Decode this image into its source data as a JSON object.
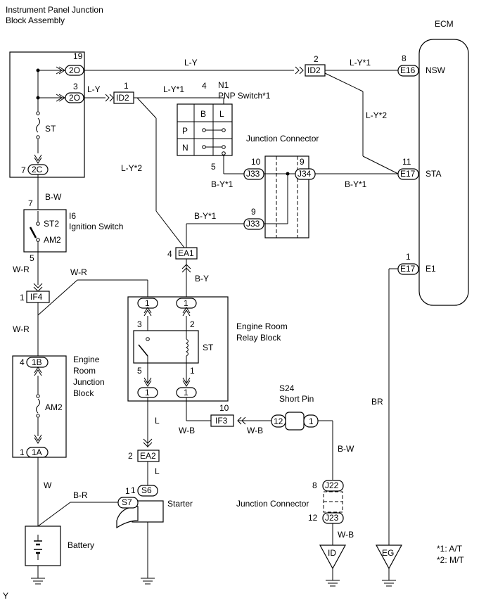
{
  "titles": {
    "ipjb_line1": "Instrument Panel Junction",
    "ipjb_line2": "Block Assembly",
    "ecm": "ECM",
    "pnp_id": "N1",
    "pnp_name": "PNP Switch*1",
    "jc_top": "Junction Connector",
    "ign_id": "I6",
    "ign_name": "Ignition Switch",
    "er_relay_1": "Engine Room",
    "er_relay_2": "Relay Block",
    "er_jb_1": "Engine",
    "er_jb_2": "Room",
    "er_jb_3": "Junction",
    "er_jb_4": "Block",
    "s24_id": "S24",
    "s24_name": "Short Pin",
    "jc_bottom": "Junction Connector",
    "starter": "Starter",
    "battery": "Battery",
    "note1": "*1: A/T",
    "note2": "*2: M/T",
    "corner": "Y"
  },
  "wires": {
    "ly_top": "L-Y",
    "ly_2o3": "L-Y",
    "ly1_a": "L-Y*1",
    "ly1_b": "L-Y*1",
    "ly2_a": "L-Y*2",
    "ly2_b": "L-Y*2",
    "by1_a": "B-Y*1",
    "by1_b": "B-Y*1",
    "by1_c": "B-Y*1",
    "by": "B-Y",
    "bw_top": "B-W",
    "wr_a": "W-R",
    "wr_b": "W-R",
    "wr_c": "W-R",
    "l_a": "L",
    "l_b": "L",
    "wb_a": "W-B",
    "wb_b": "W-B",
    "wb_c": "W-B",
    "bw_bottom": "B-W",
    "w": "W",
    "br_a": "B-R",
    "br_b": "BR"
  },
  "connectors": {
    "c2o_19": "2O",
    "c2o_3": "2O",
    "c2c": "2C",
    "id2_a": "ID2",
    "id2_b": "ID2",
    "e16": "E16",
    "e17_a": "E17",
    "e17_b": "E17",
    "j33_a": "J33",
    "j33_b": "J33",
    "j34": "J34",
    "ea1": "EA1",
    "if4": "IF4",
    "b1b": "1B",
    "a1a": "1A",
    "r1_a": "1",
    "r1_b": "1",
    "r1_c": "1",
    "r1_d": "1",
    "ea2": "EA2",
    "if3": "IF3",
    "s24_12": "12",
    "s24_1": "1",
    "j22": "J22",
    "j23": "J23",
    "s6": "S6",
    "s7": "S7"
  },
  "pins": {
    "p19": "19",
    "p3": "3",
    "p7a": "7",
    "p1_id2": "1",
    "p2_id2": "2",
    "p4_n1": "4",
    "p5_n1": "5",
    "p8": "8",
    "p11": "11",
    "p1_e17": "1",
    "p10_j33": "10",
    "p9_j34": "9",
    "p9_j33": "9",
    "p7b": "7",
    "p5_ig": "5",
    "p4_ea1": "4",
    "p1_if4": "1",
    "p4_1b": "4",
    "p1_1a": "1",
    "p3_rl": "3",
    "p2_rl": "2",
    "p5_rl": "5",
    "p1_rl": "1",
    "p2_ea2": "2",
    "p10_if3": "10",
    "p1_s6": "1",
    "p1_s7": "1",
    "p8_j22": "8",
    "p12_j23": "12"
  },
  "terms": {
    "nsw": "NSW",
    "sta": "STA",
    "e1": "E1",
    "st_fuse": "ST",
    "st_relay": "ST",
    "am2": "AM2",
    "ign_st2": "ST2",
    "ign_am2": "AM2",
    "pnp_b": "B",
    "pnp_l": "L",
    "pnp_p": "P",
    "pnp_n": "N",
    "gnd_id": "ID",
    "gnd_eg": "EG"
  }
}
